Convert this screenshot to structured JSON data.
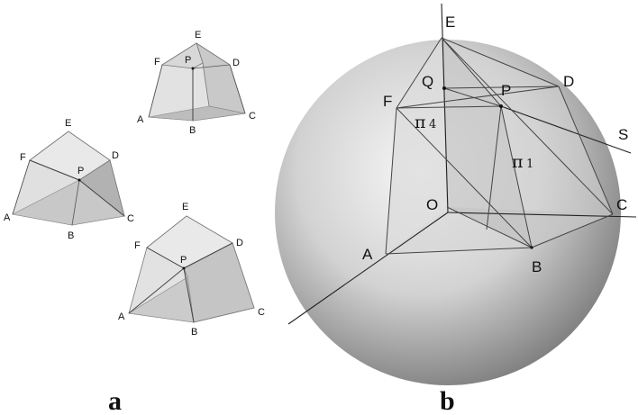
{
  "panel_a": {
    "caption": "a",
    "figure_top": {
      "labels": {
        "E": "E",
        "F": "F",
        "P": "P",
        "D": "D",
        "A": "A",
        "B": "B",
        "C": "C"
      }
    },
    "figure_left": {
      "labels": {
        "E": "E",
        "F": "F",
        "D": "D",
        "P": "P",
        "A": "A",
        "B": "B",
        "C": "C"
      }
    },
    "figure_bottom": {
      "labels": {
        "E": "E",
        "F": "F",
        "D": "D",
        "P": "P",
        "A": "A",
        "B": "B",
        "C": "C"
      }
    }
  },
  "panel_b": {
    "caption": "b",
    "labels": {
      "E": "E",
      "Q": "Q",
      "P": "P",
      "D": "D",
      "F": "F",
      "S": "S",
      "O": "O",
      "C": "C",
      "A": "A",
      "B": "B",
      "pi4": "π",
      "pi4_sub": "4",
      "pi1": "π",
      "pi1_sub": "1"
    }
  },
  "colors": {
    "sphere_light": "#f4f4f4",
    "sphere_mid": "#bdbdbd",
    "sphere_dark": "#7a7a7a",
    "face_light": "#e4e4e4",
    "face_mid": "#cfcfcf",
    "face_dark": "#b5b5b5"
  }
}
